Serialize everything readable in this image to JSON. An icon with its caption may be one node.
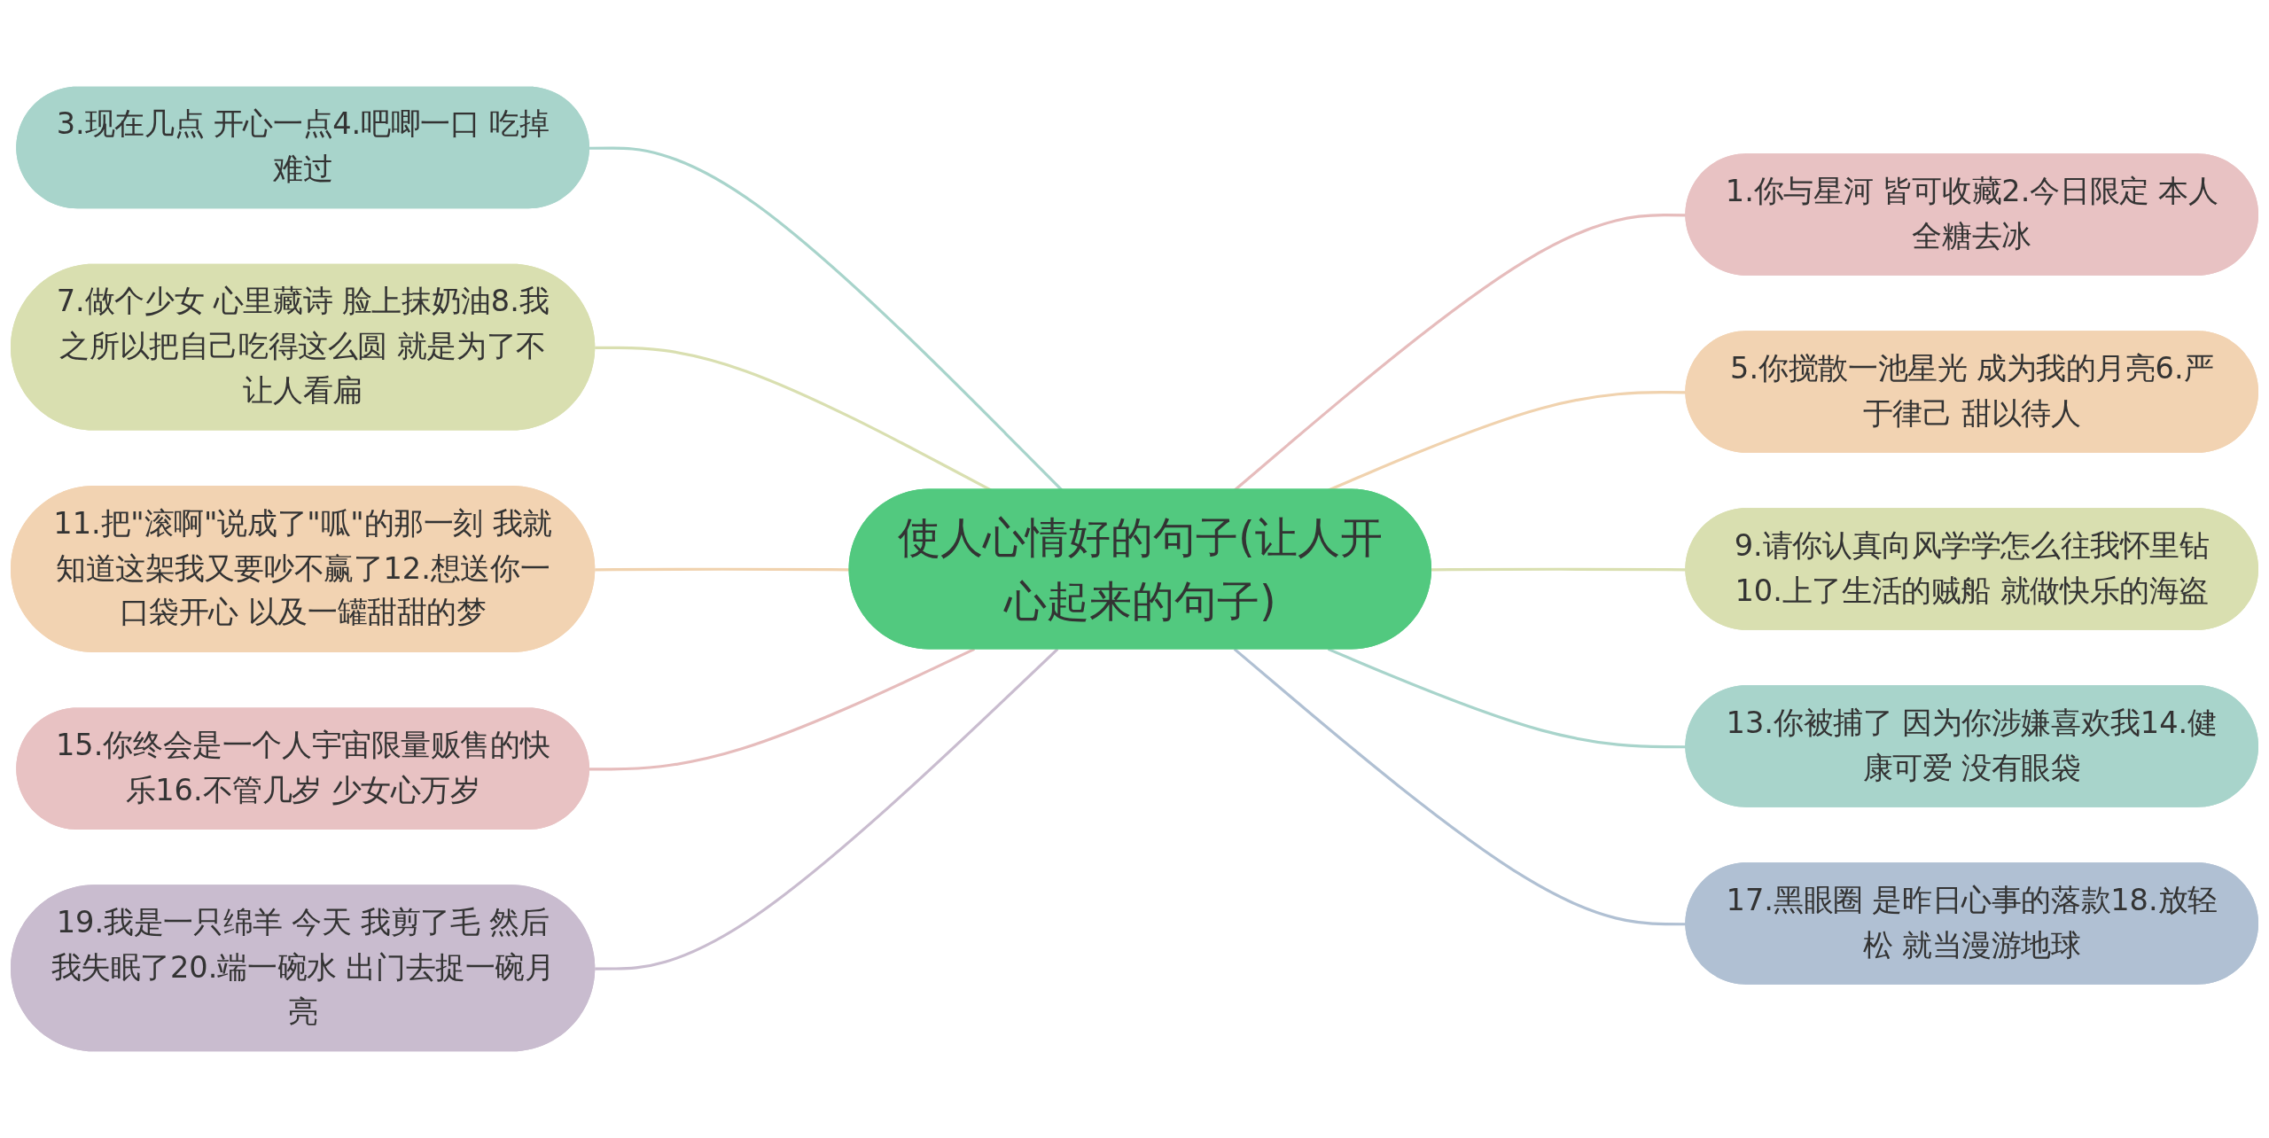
{
  "diagram": {
    "nodes": [
      {
        "text": [
          "使人心情好的句子(让人开心起来的句子)"
        ]
      },
      {
        "text": [
          "1.你与星河 皆可收藏2.今日限定 本人全糖去冰"
        ]
      },
      {
        "text": [
          "3.现在几点 开心一点4.吧唧一口 吃掉难过"
        ]
      },
      {
        "text": [
          "5.你搅散一池星光 成为我的月亮6.严于律己 甜以待人"
        ]
      },
      {
        "text": [
          "7.做个少女 心里藏诗 脸上抹奶油8.我之所以把自己吃得这么圆 就是为了不让人看扁"
        ]
      },
      {
        "text": [
          "9.请你认真向风学学怎么往我怀里钻10.上了生活的贼船 就做快乐的海盗"
        ]
      },
      {
        "text": [
          "11.把\"滚啊\"说成了\"呱\"的那一刻 我就知道这架我又要吵不赢了12.想送你一口袋开心 以及一罐甜甜的梦"
        ]
      },
      {
        "text": [
          "13.你被捕了 因为你涉嫌喜欢我14.健康可爱 没有眼袋"
        ]
      },
      {
        "text": [
          "15.你终会是一个人宇宙限量贩售的快乐16.不管几岁 少女心万岁"
        ]
      },
      {
        "text": [
          "17.黑眼圈 是昨日心事的落款18.放轻松 就当漫游地球"
        ]
      },
      {
        "text": [
          "19.我是一只绵羊 今天 我剪了毛 然后我失眠了20.端一碗水 出门去捉一碗月亮"
        ]
      }
    ],
    "edges": [
      {
        "from": 0,
        "to": 1,
        "arrow": "none",
        "color": "#e6bcbc"
      },
      {
        "from": 2,
        "to": 0,
        "arrow": "none",
        "color": "#a8d4cb"
      },
      {
        "from": 0,
        "to": 3,
        "arrow": "none",
        "color": "#f0d2ae"
      },
      {
        "from": 4,
        "to": 0,
        "arrow": "none",
        "color": "#d9dfb0"
      },
      {
        "from": 0,
        "to": 5,
        "arrow": "none",
        "color": "#d9dfb0"
      },
      {
        "from": 6,
        "to": 0,
        "arrow": "none",
        "color": "#f0d2ae"
      },
      {
        "from": 0,
        "to": 7,
        "arrow": "none",
        "color": "#a8d4cb"
      },
      {
        "from": 8,
        "to": 0,
        "arrow": "none",
        "color": "#e6bcbc"
      },
      {
        "from": 0,
        "to": 9,
        "arrow": "none",
        "color": "#b0c0d3"
      },
      {
        "from": 10,
        "to": 0,
        "arrow": "none",
        "color": "#c9bccf"
      }
    ]
  }
}
